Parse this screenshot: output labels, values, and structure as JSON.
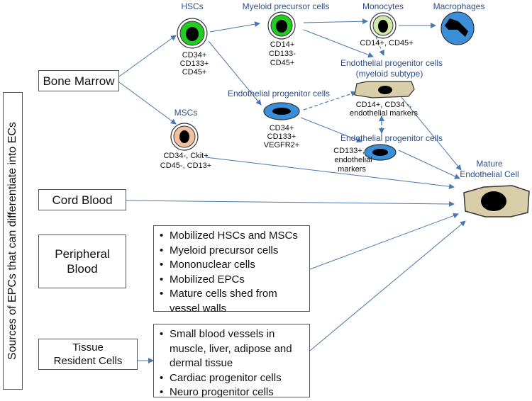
{
  "side_label": "Sources of EPCs that can differentiate into ECs",
  "sources": {
    "bone_marrow": "Bone Marrow",
    "cord_blood": "Cord Blood",
    "peripheral_blood": [
      "Peripheral",
      "Blood"
    ],
    "tissue_resident": [
      "Tissue",
      "Resident Cells"
    ]
  },
  "peripheral_list": [
    "Mobilized HSCs and MSCs",
    "Myeloid precursor cells",
    "Mononuclear cells",
    "Mobilized EPCs",
    [
      "Mature cells shed from",
      "vessel walls"
    ]
  ],
  "tissue_list": [
    [
      "Small blood vessels in",
      "muscle, liver, adipose and",
      "dermal tissue"
    ],
    "Cardiac progenitor cells",
    "Neuro progenitor cells"
  ],
  "cells": {
    "hscs": {
      "title": "HSCs",
      "markers": [
        "CD34+",
        "CD133+",
        "CD45+"
      ]
    },
    "mscs": {
      "title": "MSCs",
      "markers": [
        "CD34-, Ckit+",
        "CD45-, CD13+"
      ]
    },
    "myeloid": {
      "title": "Myeloid precursor cells",
      "markers": [
        "CD14+",
        "CD133-",
        "CD45+"
      ]
    },
    "monocytes": {
      "title": "Monocytes",
      "markers": [
        "CD14+, CD45+"
      ]
    },
    "macrophages": {
      "title": "Macrophages"
    },
    "epc": {
      "title": "Endothelial progenitor cells",
      "markers": [
        "CD34+",
        "CD133+",
        "VEGFR2+"
      ]
    },
    "epc_myeloid": {
      "title": [
        "Endothelial progenitor cells",
        "(myeloid subtype)"
      ],
      "markers": [
        "CD14+, CD34 -,",
        "endothelial markers"
      ]
    },
    "epc2": {
      "title": "Endothelial progenitor cells",
      "markers": [
        "CD133+,",
        "endothelial",
        "markers"
      ]
    },
    "mature": {
      "title": [
        "Mature",
        "Endothelial Cell"
      ]
    }
  },
  "colors": {
    "hsc_green": "#22cc22",
    "msc_peach": "#f0c0a0",
    "blue_cell": "#3a8fd8",
    "tan_cell": "#d8cfaa",
    "arrow": "#4a78b0",
    "label_blue": "#2f4f8a"
  }
}
